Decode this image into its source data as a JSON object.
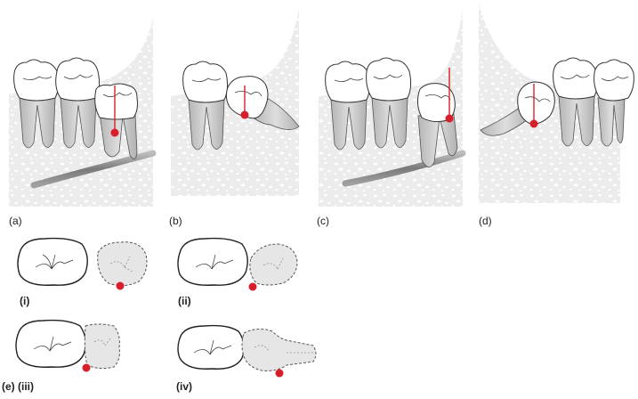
{
  "panel_labels": {
    "a": "(a)",
    "b": "(b)",
    "c": "(c)",
    "d": "(d)",
    "e_i": "(i)",
    "e_ii": "(ii)",
    "e_iii": "(e) (iii)",
    "e_iv": "(iv)"
  },
  "colors": {
    "bone": "#ececec",
    "bone_pore": "#ffffff",
    "tooth_crown": "#ffffff",
    "tooth_root": "#c9c9c9",
    "outline": "#333333",
    "nerve": "#8f8f8f",
    "marker": "#d81e2a",
    "dashed_tooth": "#e6e6e6"
  }
}
